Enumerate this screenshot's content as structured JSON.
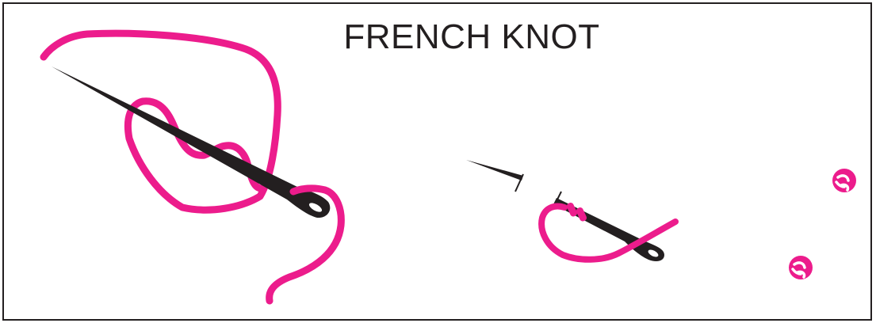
{
  "title": "FRENCH KNOT",
  "colors": {
    "thread": "#ec1c8c",
    "needle": "#231f20",
    "background": "#ffffff",
    "frame": "#231f20"
  },
  "steps": [
    {
      "name": "wrap-thread-around-needle",
      "icon": "needle-with-wrapped-thread"
    },
    {
      "name": "insert-needle-into-fabric",
      "icon": "needle-with-knot-wraps"
    },
    {
      "name": "finished-knots",
      "icon": "french-knot-dots"
    }
  ]
}
